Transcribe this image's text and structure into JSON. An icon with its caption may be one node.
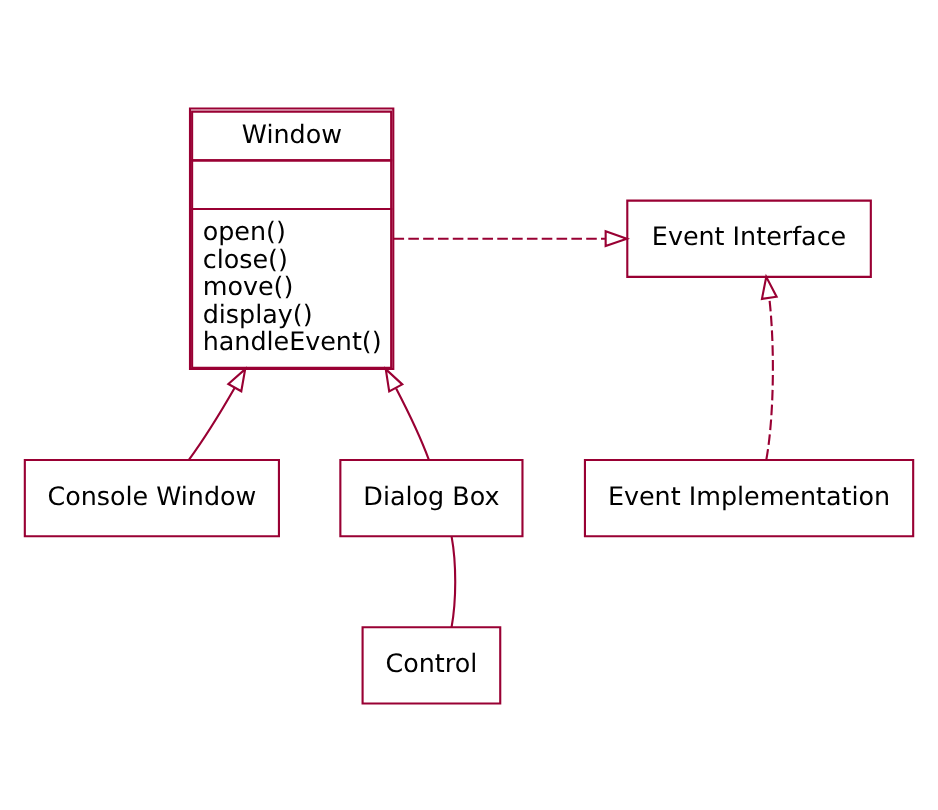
{
  "diagram": {
    "nodes": [
      {
        "text": [
          "Window",
          "open()",
          "close()",
          "move()",
          "display()",
          "handleEvent()"
        ]
      },
      {
        "text": [
          "Event Interface"
        ]
      },
      {
        "text": [
          "Event Implementation"
        ]
      },
      {
        "text": [
          "Console Window"
        ]
      },
      {
        "text": [
          "Dialog Box"
        ]
      },
      {
        "text": [
          "Control"
        ]
      }
    ],
    "edges": [
      {
        "from": 0,
        "to": 1,
        "arrow": "to",
        "style": "dashed"
      },
      {
        "from": 3,
        "to": 0,
        "arrow": "to"
      },
      {
        "from": 4,
        "to": 0,
        "arrow": "to"
      },
      {
        "from": 2,
        "to": 1,
        "arrow": "to",
        "style": "dashed"
      },
      {
        "from": 4,
        "to": 5,
        "arrow": "none"
      }
    ]
  }
}
